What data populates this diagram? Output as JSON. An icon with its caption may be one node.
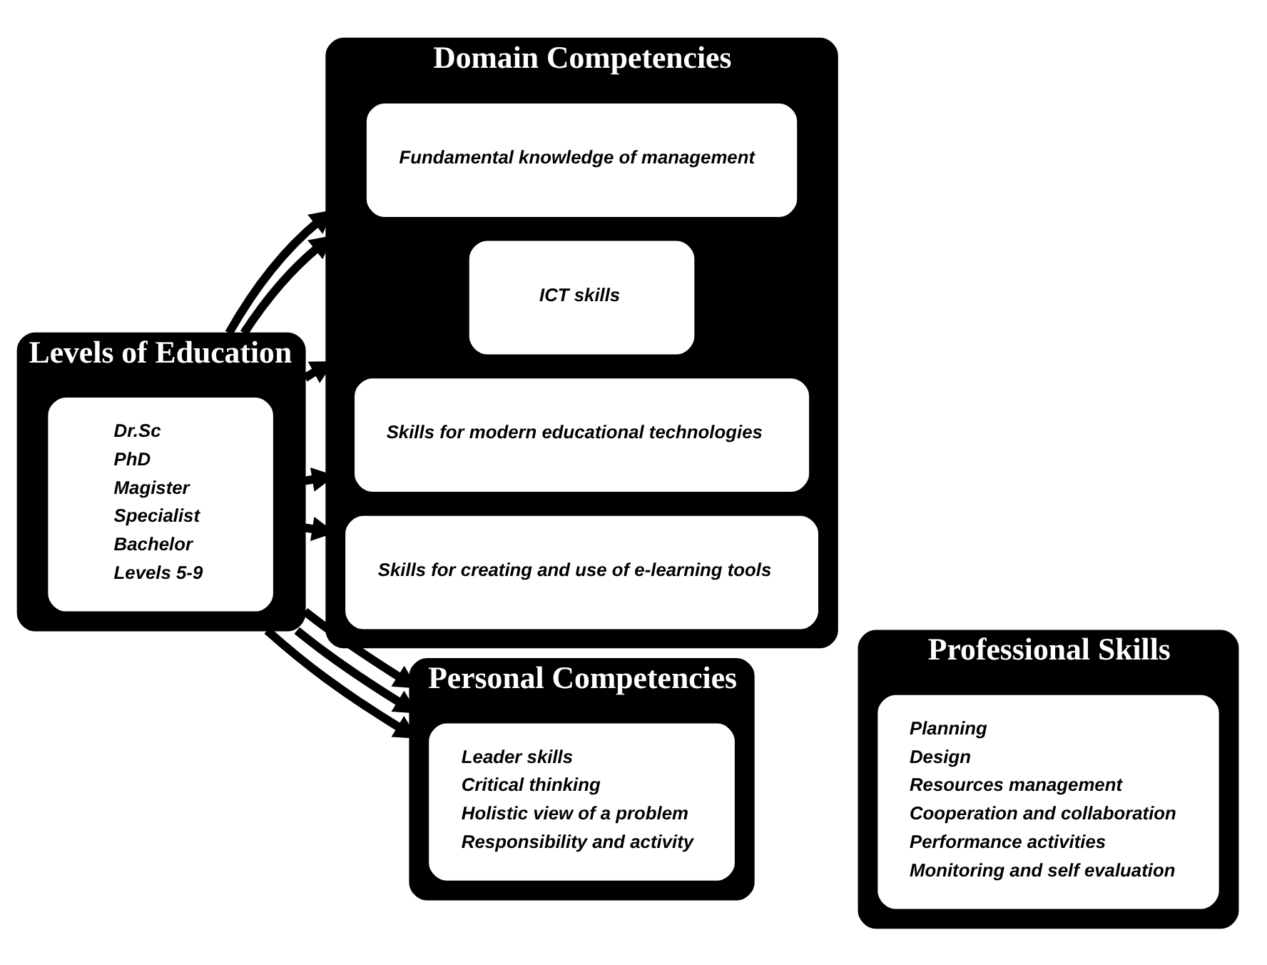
{
  "diagram": {
    "nodes": [
      {
        "text": [
          "Levels of Education"
        ]
      },
      {
        "text": [
          "Dr.Sc",
          "PhD",
          "Magister",
          "Specialist",
          "Bachelor",
          "Levels 5-9"
        ],
        "in": 0
      },
      {
        "text": [
          "Domain Competencies"
        ]
      },
      {
        "text": [
          "Fundamental knowledge of management"
        ],
        "in": 2
      },
      {
        "text": [
          "ICT skills"
        ],
        "in": 2
      },
      {
        "text": [
          "Skills for modern educational technologies"
        ],
        "in": 2
      },
      {
        "text": [
          "Skills for creating and use of e-learning tools"
        ],
        "in": 2
      },
      {
        "text": [
          "Personal Competencies"
        ]
      },
      {
        "text": [
          "Leader skills",
          "Critical thinking",
          "Holistic view of a problem",
          "Responsibility and activity"
        ],
        "in": 7
      },
      {
        "text": [
          "Professional Skills"
        ]
      },
      {
        "text": [
          "Planning",
          "Design",
          "Resources management",
          "Cooperation and collaboration",
          "Performance activities",
          "Monitoring and self evaluation"
        ],
        "in": 9
      }
    ],
    "edges": [
      {
        "from": 0,
        "to": 2,
        "arrow": "to"
      },
      {
        "from": 0,
        "to": 2,
        "arrow": "to"
      },
      {
        "from": 0,
        "to": 2,
        "arrow": "to"
      },
      {
        "from": 0,
        "to": 2,
        "arrow": "to"
      },
      {
        "from": 0,
        "to": 2,
        "arrow": "to"
      },
      {
        "from": 0,
        "to": 7,
        "arrow": "to"
      },
      {
        "from": 0,
        "to": 7,
        "arrow": "to"
      },
      {
        "from": 0,
        "to": 7,
        "arrow": "to"
      }
    ]
  }
}
